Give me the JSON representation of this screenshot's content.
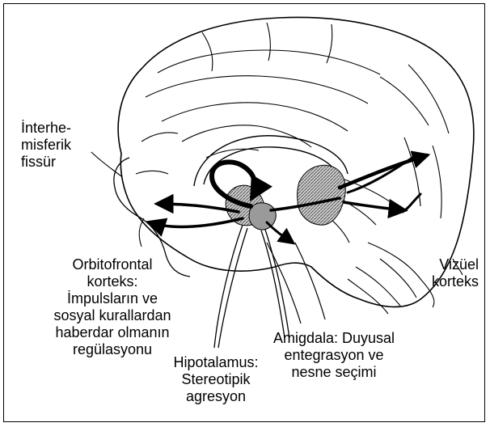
{
  "labels": {
    "interhemispheric": "İnterhe-\nmisferik\nfissür",
    "orbitofrontal": "Orbitofrontal\nkorteks:\nİmpulsların ve\nsosyal kurallardan\nhaberdar olmanın\nregülasyonu",
    "hypothalamus": "Hipotalamus:\nStereotipik\nagresyon",
    "amygdala": "Amigdala: Duyusal\nentegrasyon ve\nnesne seçimi",
    "visual_cortex": "Vizüel\nkorteks"
  },
  "colors": {
    "line": "#000000",
    "background": "#ffffff",
    "nucleus_fill": "#9a9a9a"
  }
}
